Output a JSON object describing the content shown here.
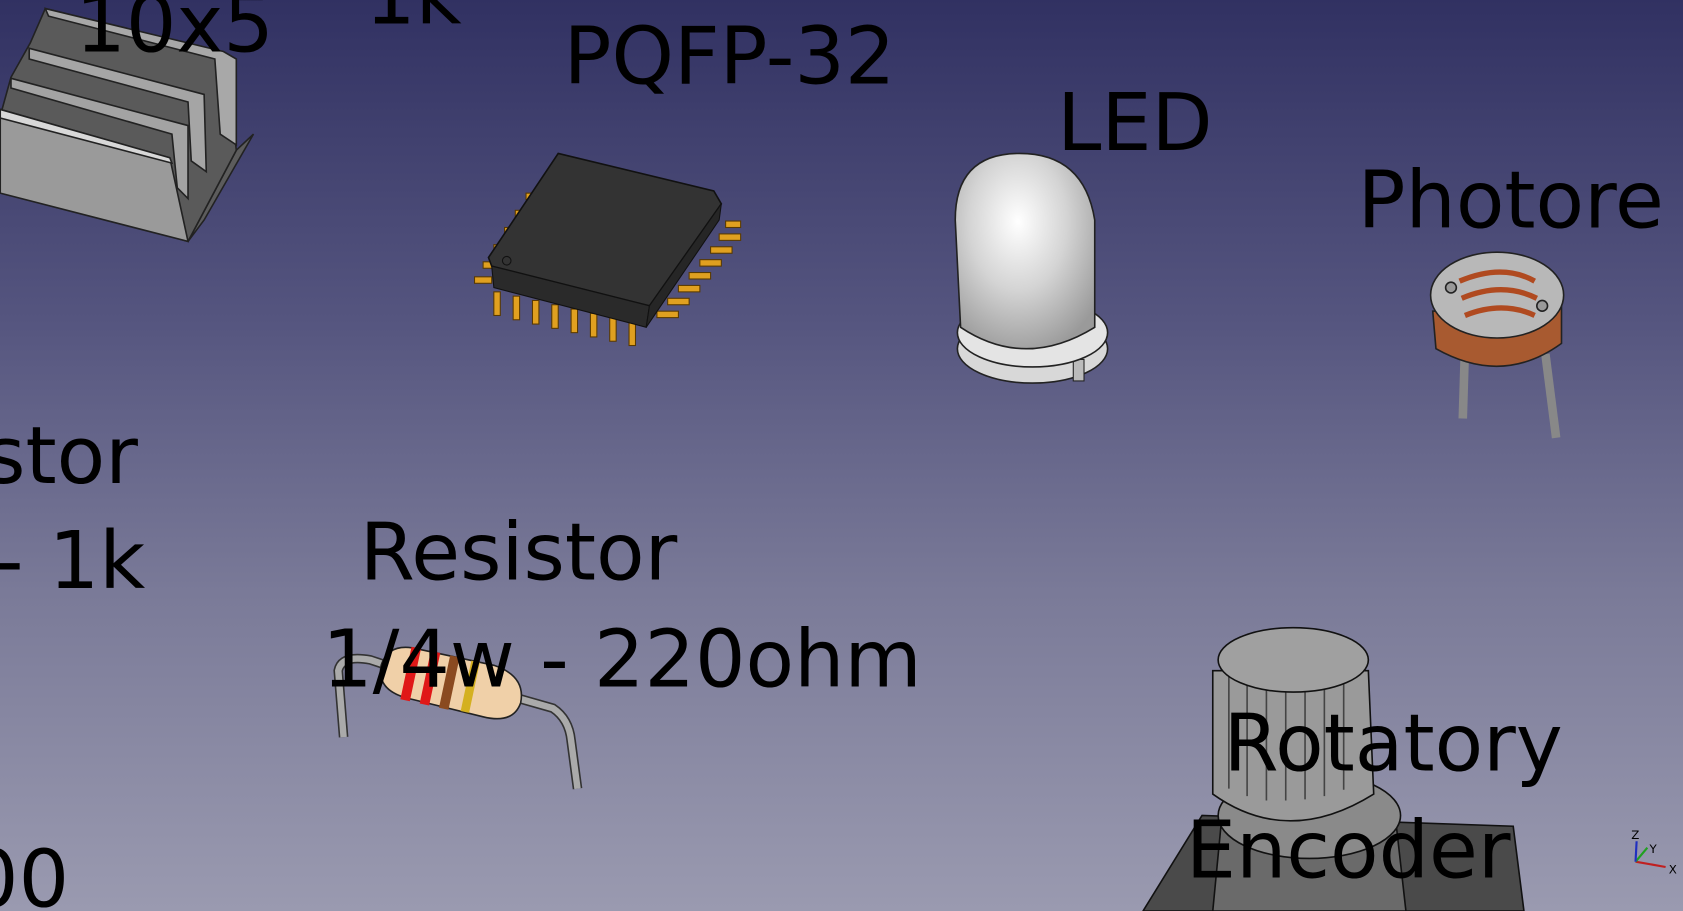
{
  "window": {
    "title": "3D View"
  },
  "labels": {
    "heatsink_partial": "10x5",
    "top_partial": "1k",
    "qfp": "PQFP-32",
    "led": "LED",
    "photoresistor_partial": "Photore",
    "left_resistor_line1_partial": "stor",
    "left_resistor_line2_partial": "- 1k",
    "bottom_left_partial": "00",
    "resistor_line1": "Resistor",
    "resistor_line2": "1/4w - 220ohm",
    "encoder_line1": "Rotatory",
    "encoder_line2": "Encoder"
  },
  "axis": {
    "x": "X",
    "y": "Y",
    "z": "Z",
    "x_color": "#c02020",
    "y_color": "#20a020",
    "z_color": "#2030c0"
  },
  "colors": {
    "bg_top": "#313162",
    "bg_bottom": "#9a9ab0",
    "chip": "#333333",
    "pins": "#e0a020",
    "resistor_body": "#f0d0a8"
  }
}
